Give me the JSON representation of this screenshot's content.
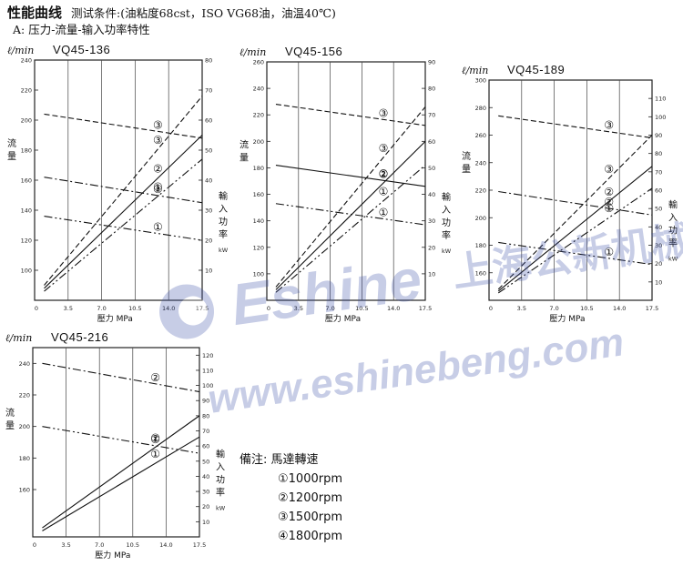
{
  "header": {
    "title": "性能曲线",
    "conditions": "测试条件:(油粘度68cst，ISO VG68油，油温40℃)",
    "subtitle": "A: 压力-流量-输入功率特性"
  },
  "notes": {
    "title": "備注: 馬達轉速",
    "items": [
      "①1000rpm",
      "②1200rpm",
      "③1500rpm",
      "④1800rpm"
    ]
  },
  "watermark": {
    "cn": "上海公新机械有限公司",
    "en": "Eshine",
    "url": "www.eshinebeng.com"
  },
  "chart_data": [
    {
      "type": "line",
      "title": "VQ45-136",
      "yunit": "ℓ/min",
      "ylabel": "流量",
      "y2label": "輸入功率",
      "y2unit": "kW",
      "xlabel": "壓力 MPa",
      "xticks": [
        "3.5",
        "7.0",
        "10.5",
        "14.0",
        "17.5"
      ],
      "xlim": [
        0,
        17.5
      ],
      "yticks": [
        "100",
        "120",
        "140",
        "160",
        "180",
        "200",
        "220",
        "240"
      ],
      "ylim": [
        80,
        240
      ],
      "y2ticks": [
        "10",
        "20",
        "30",
        "40",
        "50",
        "60",
        "70",
        "80"
      ],
      "y2lim": [
        0,
        80
      ],
      "series": [
        {
          "name": "③",
          "axis": "flow",
          "dash": "dashed",
          "x": [
            1,
            17.5
          ],
          "y": [
            204,
            188
          ]
        },
        {
          "name": "②",
          "axis": "flow",
          "dash": "dashdot",
          "x": [
            1,
            17.5
          ],
          "y": [
            162,
            145
          ]
        },
        {
          "name": "①",
          "axis": "flow",
          "dash": "dashdotdot",
          "x": [
            1,
            17.5
          ],
          "y": [
            136,
            120
          ]
        },
        {
          "name": "③",
          "axis": "power",
          "dash": "dashed",
          "x": [
            1,
            17.5
          ],
          "y": [
            5,
            68
          ]
        },
        {
          "name": "②",
          "axis": "power",
          "dash": "solid",
          "x": [
            1,
            17.5
          ],
          "y": [
            4,
            55
          ]
        },
        {
          "name": "①",
          "axis": "power",
          "dash": "dashdotdot",
          "x": [
            1,
            17.5
          ],
          "y": [
            3,
            47
          ]
        }
      ]
    },
    {
      "type": "line",
      "title": "VQ45-156",
      "yunit": "ℓ/min",
      "ylabel": "流量",
      "y2label": "輸入功率",
      "y2unit": "kW",
      "xlabel": "壓力 MPa",
      "xticks": [
        "3.5",
        "7.0",
        "10.5",
        "14.0",
        "17.5"
      ],
      "xlim": [
        0,
        17.5
      ],
      "yticks": [
        "100",
        "120",
        "140",
        "160",
        "180",
        "200",
        "220",
        "240",
        "260"
      ],
      "ylim": [
        80,
        260
      ],
      "y2ticks": [
        "10",
        "20",
        "30",
        "40",
        "50",
        "60",
        "70",
        "80",
        "90"
      ],
      "y2lim": [
        0,
        90
      ],
      "series": [
        {
          "name": "③",
          "axis": "flow",
          "dash": "dashed",
          "x": [
            1,
            17.5
          ],
          "y": [
            228,
            212
          ]
        },
        {
          "name": "②",
          "axis": "flow",
          "dash": "solid",
          "x": [
            1,
            17.5
          ],
          "y": [
            182,
            166
          ]
        },
        {
          "name": "①",
          "axis": "flow",
          "dash": "dashdotdot",
          "x": [
            1,
            17.5
          ],
          "y": [
            153,
            137
          ]
        },
        {
          "name": "③",
          "axis": "power",
          "dash": "dashed",
          "x": [
            1,
            17.5
          ],
          "y": [
            5,
            73
          ]
        },
        {
          "name": "②",
          "axis": "power",
          "dash": "solid",
          "x": [
            1,
            17.5
          ],
          "y": [
            4,
            60
          ]
        },
        {
          "name": "①",
          "axis": "power",
          "dash": "dashdotdot",
          "x": [
            1,
            17.5
          ],
          "y": [
            3,
            51
          ]
        }
      ]
    },
    {
      "type": "line",
      "title": "VQ45-189",
      "yunit": "ℓ/min",
      "ylabel": "流量",
      "y2label": "輸入功率",
      "y2unit": "kW",
      "xlabel": "壓力 MPa",
      "xticks": [
        "3.5",
        "7.0",
        "10.5",
        "14.0",
        "17.5"
      ],
      "xlim": [
        0,
        17.5
      ],
      "yticks": [
        "160",
        "180",
        "200",
        "220",
        "240",
        "260",
        "280",
        "300"
      ],
      "ylim": [
        140,
        300
      ],
      "y2ticks": [
        "10",
        "20",
        "30",
        "40",
        "50",
        "60",
        "70",
        "80",
        "90",
        "100",
        "110"
      ],
      "y2lim": [
        0,
        120
      ],
      "series": [
        {
          "name": "③",
          "axis": "flow",
          "dash": "dashed",
          "x": [
            1,
            17.5
          ],
          "y": [
            274,
            258
          ]
        },
        {
          "name": "②",
          "axis": "flow",
          "dash": "dashdot",
          "x": [
            1,
            17.5
          ],
          "y": [
            219,
            202
          ]
        },
        {
          "name": "①",
          "axis": "flow",
          "dash": "dashdotdot",
          "x": [
            1,
            17.5
          ],
          "y": [
            182,
            166
          ]
        },
        {
          "name": "③",
          "axis": "power",
          "dash": "dashed",
          "x": [
            1,
            17.5
          ],
          "y": [
            6,
            90
          ]
        },
        {
          "name": "②",
          "axis": "power",
          "dash": "solid",
          "x": [
            1,
            17.5
          ],
          "y": [
            5,
            73
          ]
        },
        {
          "name": "①",
          "axis": "power",
          "dash": "dashdotdot",
          "x": [
            1,
            17.5
          ],
          "y": [
            4,
            61
          ]
        }
      ]
    },
    {
      "type": "line",
      "title": "VQ45-216",
      "yunit": "ℓ/min",
      "ylabel": "流量",
      "y2label": "輸入功率",
      "y2unit": "kW",
      "xlabel": "壓力 MPa",
      "xticks": [
        "3.5",
        "7.0",
        "10.5",
        "14.0",
        "17.5"
      ],
      "xlim": [
        0,
        17.5
      ],
      "yticks": [
        "160",
        "180",
        "200",
        "220",
        "240"
      ],
      "ylim": [
        130,
        250
      ],
      "y2ticks": [
        "10",
        "20",
        "30",
        "40",
        "50",
        "60",
        "70",
        "80",
        "90",
        "100",
        "110",
        "120"
      ],
      "y2lim": [
        0,
        125
      ],
      "series": [
        {
          "name": "②",
          "axis": "flow",
          "dash": "dashdot",
          "x": [
            1,
            17.5
          ],
          "y": [
            240,
            222
          ]
        },
        {
          "name": "①",
          "axis": "flow",
          "dash": "dashdotdot",
          "x": [
            1,
            17.5
          ],
          "y": [
            200,
            183
          ]
        },
        {
          "name": "②",
          "axis": "power",
          "dash": "solid",
          "x": [
            1,
            17.5
          ],
          "y": [
            6,
            80
          ]
        },
        {
          "name": "①",
          "axis": "power",
          "dash": "solid",
          "x": [
            1,
            17.5
          ],
          "y": [
            4,
            66
          ]
        }
      ]
    }
  ]
}
